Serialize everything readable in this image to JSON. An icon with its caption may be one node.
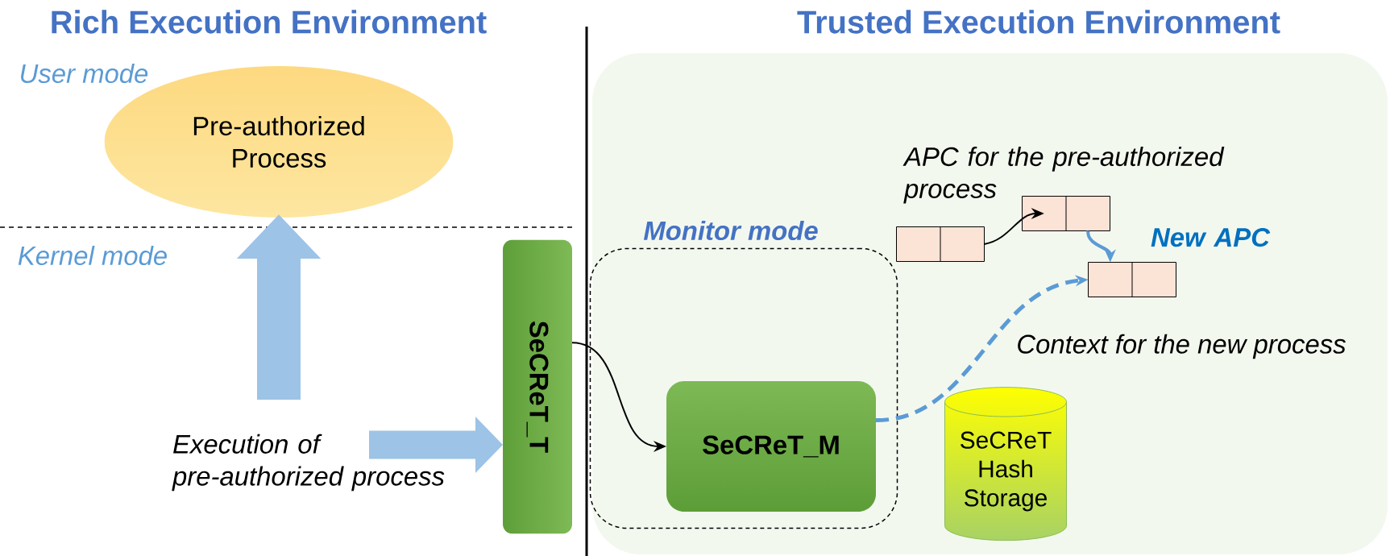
{
  "diagram": {
    "nodes": [
      {
        "text": [
          "Pre-authorized Process"
        ]
      },
      {
        "text": [
          "Execution of pre-authorized process"
        ]
      },
      {
        "text": [
          "SeCReT_T"
        ]
      },
      {
        "text": [
          "Monitor mode"
        ]
      },
      {
        "text": [
          "SeCReT_M"
        ],
        "in": 3
      },
      {
        "text": [
          "SeCReT Hash Storage"
        ]
      },
      {
        "text": [],
        "shape": "box"
      },
      {
        "text": [],
        "shape": "box",
        "beside": [
          "APC for the pre-authorized process"
        ]
      },
      {
        "text": [],
        "shape": "box",
        "beside": [
          "New APC"
        ]
      }
    ],
    "edges": [
      {
        "from": null,
        "to": 0,
        "arrow": "to",
        "style": "thick",
        "color": "#9dc3e6"
      },
      {
        "from": 1,
        "to": 2,
        "arrow": "to",
        "style": "thick",
        "color": "#9dc3e6"
      },
      {
        "from": 2,
        "to": 4,
        "arrow": "to",
        "color": "#000000"
      },
      {
        "from": 6,
        "to": 7,
        "arrow": "to",
        "color": "#000000"
      },
      {
        "from": 7,
        "to": 8,
        "arrow": "to",
        "color": "#5b9bd5"
      },
      {
        "from": 4,
        "to": 8,
        "arrow": "to",
        "style": "dashed",
        "color": "#5b9bd5",
        "label": "Context for the new process"
      }
    ],
    "labels": [
      "Rich Execution Environment",
      "Trusted Execution Environment",
      "User mode",
      "Kernel mode"
    ]
  }
}
